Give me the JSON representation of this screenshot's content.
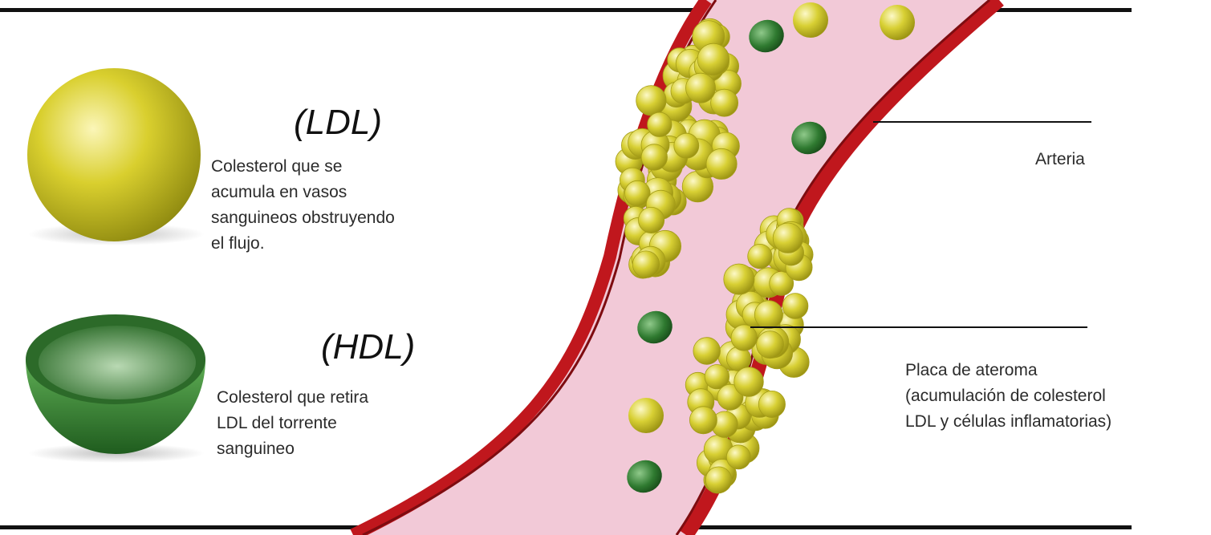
{
  "ldl": {
    "heading": "(LDL)",
    "lines": [
      "Colesterol que se",
      "acumula en vasos",
      "sanguineos obstruyendo",
      "el flujo."
    ]
  },
  "hdl": {
    "heading": "(HDL)",
    "lines": [
      "Colesterol que retira",
      "LDL del torrente",
      "sanguineo"
    ]
  },
  "arteria": {
    "label": "Arteria"
  },
  "placa": {
    "lines": [
      "Placa de ateroma",
      "(acumulación de colesterol",
      "LDL y células inflamatorias)"
    ]
  },
  "colors": {
    "wall": "#c0171d",
    "wall_dark": "#8a0d12",
    "lumen": "#f2c9d7",
    "ldl_yellow": "#d6cc2a",
    "hdl_green": "#3f8f3a",
    "rule": "#111111"
  }
}
